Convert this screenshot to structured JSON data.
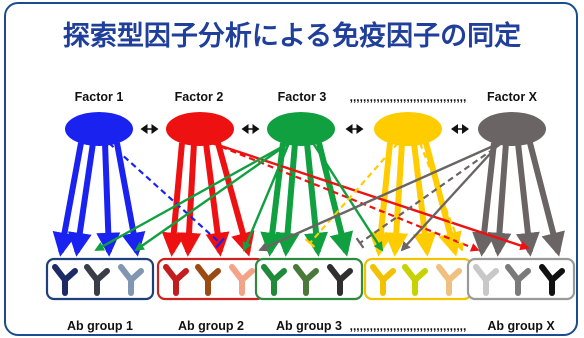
{
  "title": "探索型因子分析による免疫因子の同定",
  "factors": [
    {
      "label": "Factor 1",
      "color": "#1a22f0"
    },
    {
      "label": "Factor  2",
      "color": "#ee1111"
    },
    {
      "label": "Factor 3",
      "color": "#10a040"
    },
    {
      "label": "",
      "color": "#ffcc00"
    },
    {
      "label": "Factor X",
      "color": "#6a6464"
    }
  ],
  "factor_ellipsis": ",,,,,,,,,,,,,,,,,,,,,,,,,,,,,,,,,,,",
  "groups": [
    {
      "label": "Ab group 1",
      "border": "#1f3f7a",
      "icon_colors": [
        "#1c2a66",
        "#3a3d48",
        "#8096b2"
      ]
    },
    {
      "label": "Ab group 2",
      "border": "#cc2222",
      "icon_colors": [
        "#c41d1d",
        "#9c4a14",
        "#f3a488"
      ]
    },
    {
      "label": "Ab group 3",
      "border": "#2e8b3e",
      "icon_colors": [
        "#1f8a3a",
        "#4a7a3a",
        "#2f2f2f"
      ]
    },
    {
      "label": "",
      "border": "#f2c200",
      "icon_colors": [
        "#f2c200",
        "#c8d200",
        "#f0c080"
      ]
    },
    {
      "label": "Ab group X",
      "border": "#9a9a9a",
      "icon_colors": [
        "#c8c8c8",
        "#7a7a7a",
        "#111111"
      ]
    }
  ],
  "group_ellipsis": ",,,,,,,,,,,,,,,,,,,,,,,,,,,,,,,,,,,"
}
